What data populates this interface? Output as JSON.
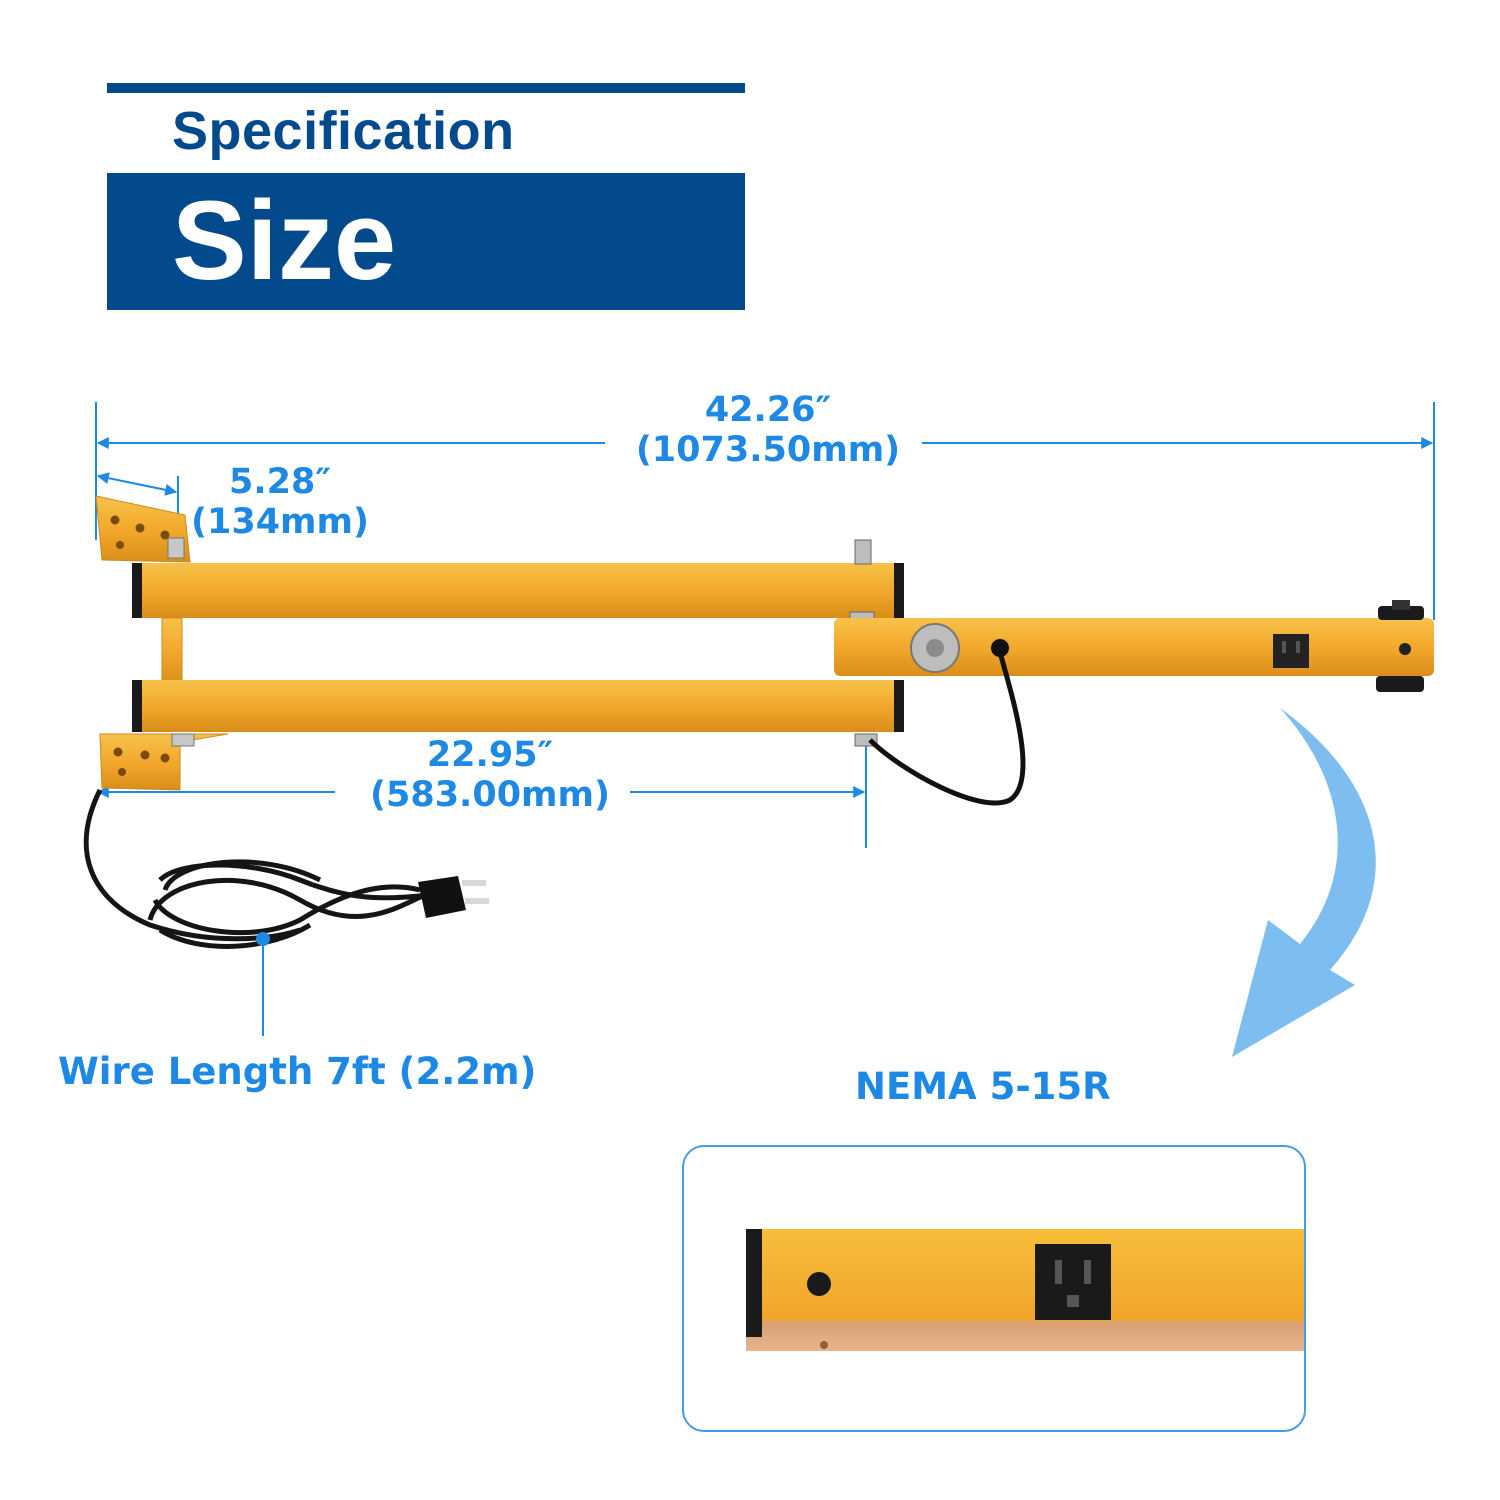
{
  "header": {
    "subtitle": "Specification",
    "title": "Size"
  },
  "dimensions": {
    "total": {
      "value": "42.26″",
      "metric": "(1073.50mm)"
    },
    "bracket": {
      "value": "5.28″",
      "metric": "(134mm)"
    },
    "arm": {
      "value": "22.95″",
      "metric": "(583.00mm)"
    }
  },
  "wire": {
    "label": "Wire Length 7ft (2.2m)"
  },
  "outlet": {
    "label": "NEMA 5-15R"
  },
  "colors": {
    "brand_blue": "#024A8C",
    "dimension_blue": "#1E88E5",
    "arm_yellow": "#F2A92B",
    "arrow_blue": "#7DBDF0"
  }
}
